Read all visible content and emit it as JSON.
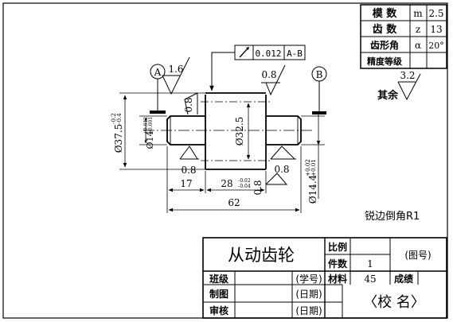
{
  "param_table": {
    "rows": [
      {
        "label": "模 数",
        "symbol": "m",
        "value": "2.5"
      },
      {
        "label": "齿 数",
        "symbol": "z",
        "value": "13"
      },
      {
        "label": "齿形角",
        "symbol": "α",
        "value": "20°"
      },
      {
        "label": "精度等级",
        "symbol": "",
        "value": ""
      }
    ]
  },
  "datums": {
    "a": "A",
    "b": "B"
  },
  "tolerance_frame": {
    "value": "0.012",
    "datum_ref": "A-B"
  },
  "roughness": {
    "left_top": "1.6",
    "top_right": "0.8",
    "left_shaft_top": "0.8",
    "left_shaft_bottom": "0.8",
    "right_shaft_bottom": "0.8",
    "other": "3.2",
    "other_label": "其余"
  },
  "dimensions": {
    "outer_dia": "Ø37.5",
    "outer_dia_tol_upper": "-0.2",
    "outer_dia_tol_lower": "-0.4",
    "left_shaft_dia": "Ø14",
    "left_shaft_tol_upper": "+0.012",
    "left_shaft_tol_lower": "+0.001",
    "pitch_dia": "Ø32.5",
    "right_shaft_dia": "Ø14.4",
    "right_shaft_tol_upper": "+0.02",
    "right_shaft_tol_lower": "+0.01",
    "left_len": "17",
    "gear_width": "28",
    "gear_width_tol_upper": "-0.02",
    "gear_width_tol_lower": "-0.04",
    "total_len": "62"
  },
  "note": "锐边倒角R1",
  "title_block": {
    "part_name": "从动齿轮",
    "scale_label": "比例",
    "scale_value": "",
    "qty_label": "件数",
    "qty_value": "1",
    "drawing_no": "(图号)",
    "class_label": "班级",
    "student_no": "(学号)",
    "material_label": "材料",
    "material_value": "45",
    "grade_label": "成绩",
    "drawn_label": "制图",
    "drawn_date": "(日期)",
    "check_label": "审核",
    "check_date": "(日期)",
    "school": "〈校 名〉"
  }
}
